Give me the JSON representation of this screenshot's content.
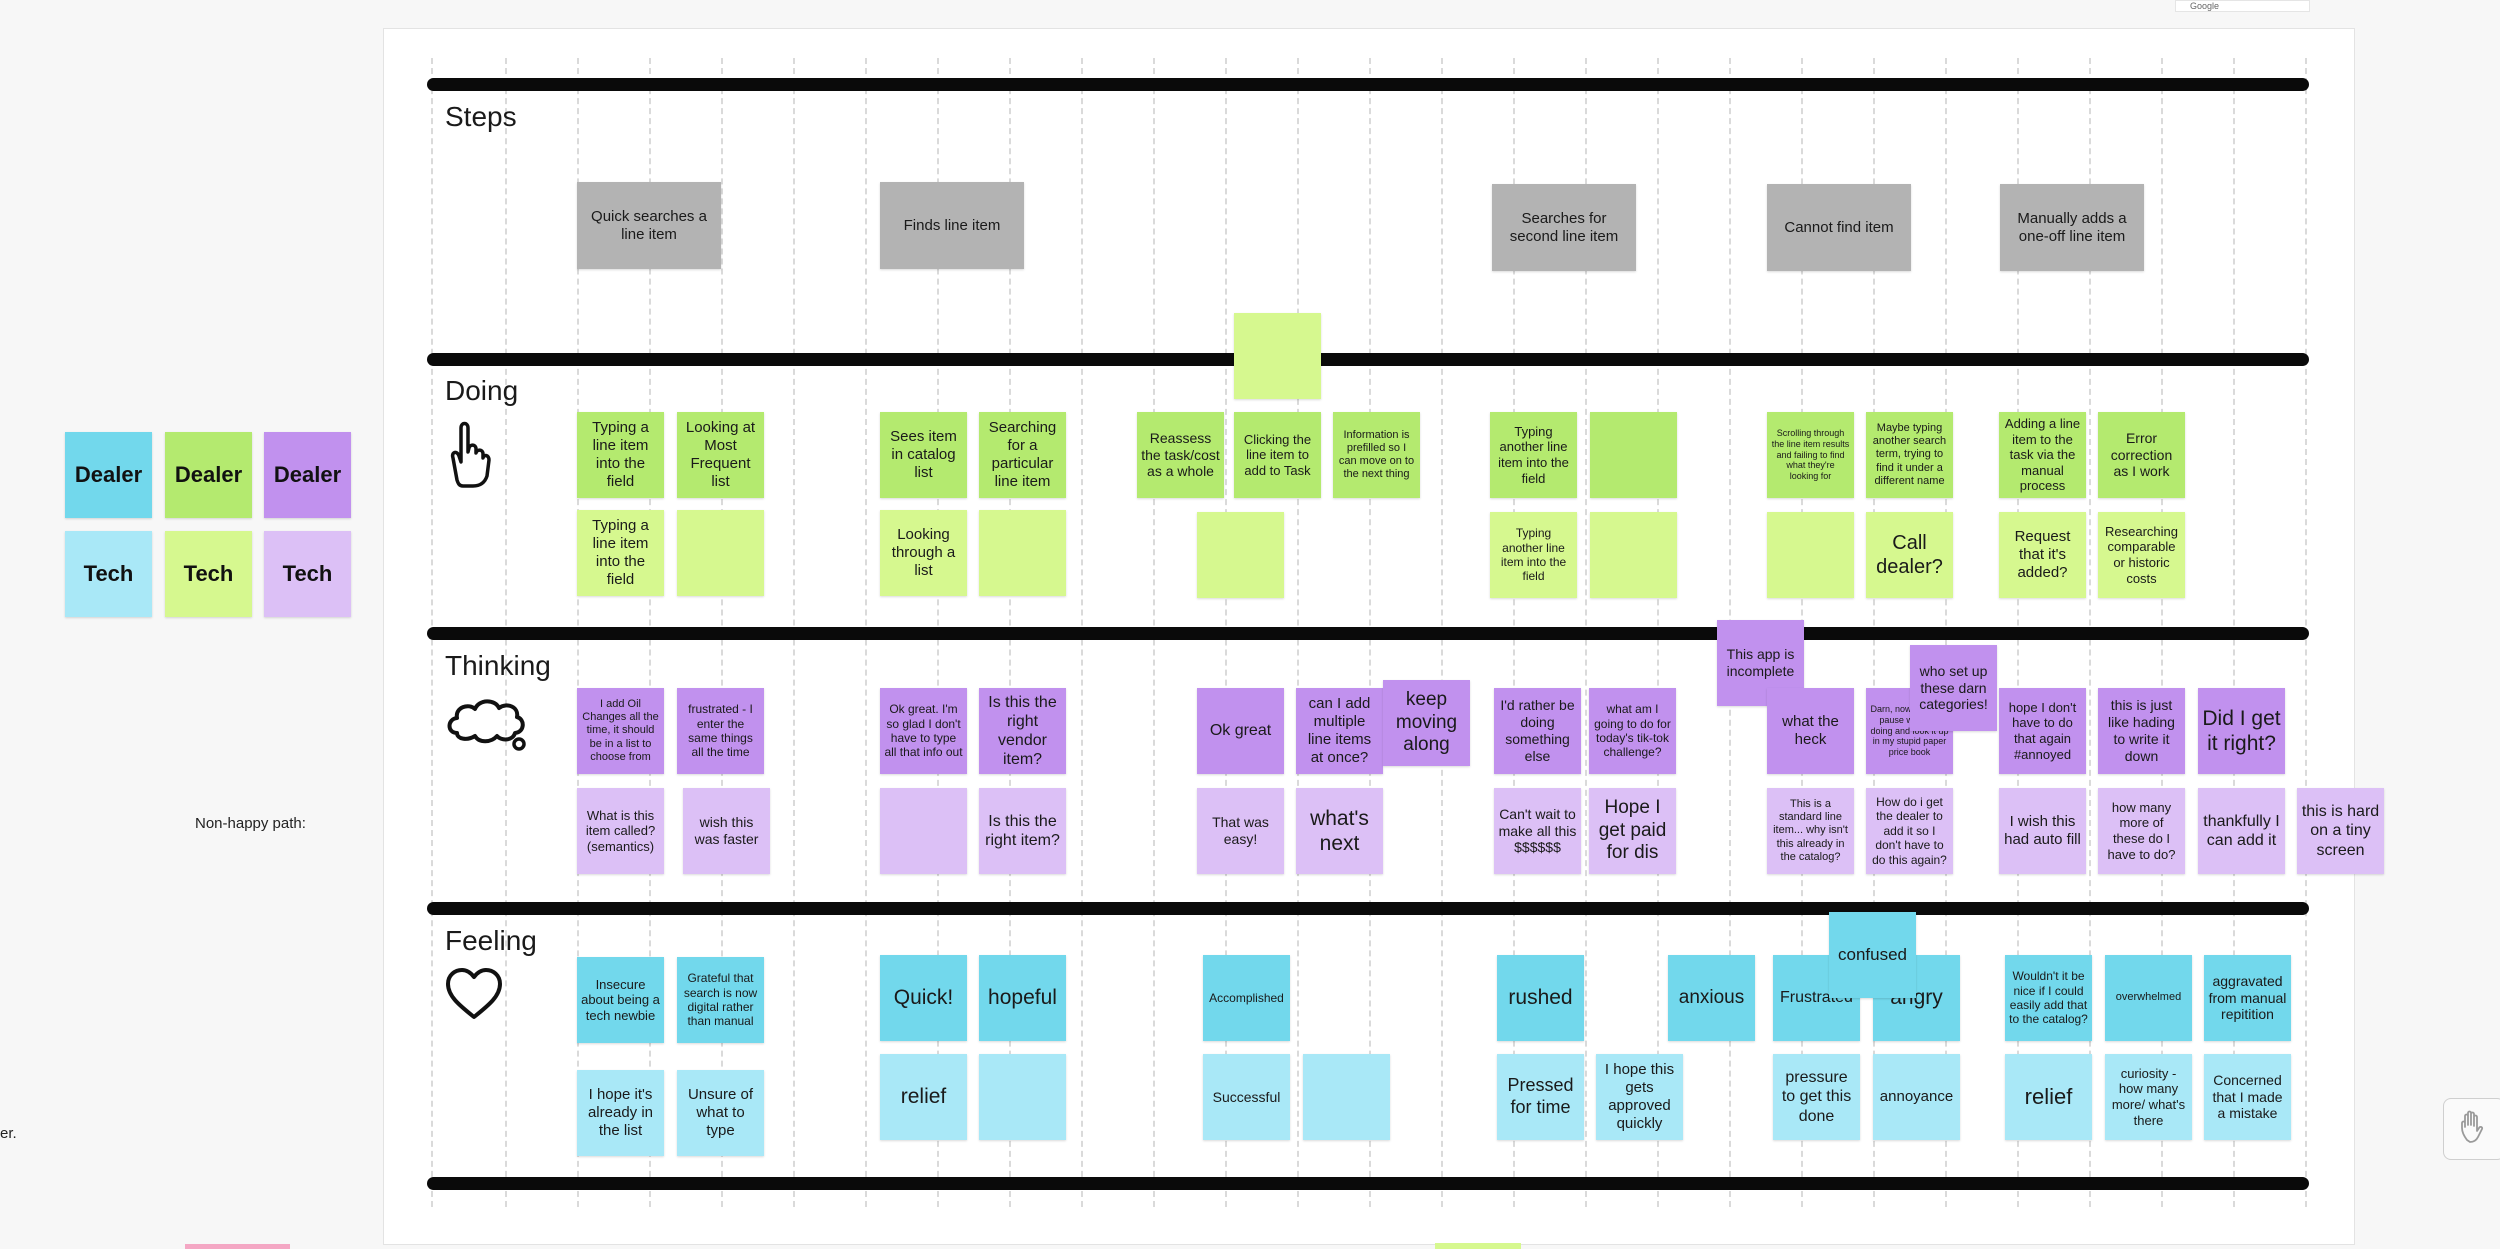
{
  "colors": {
    "step": "#b3b3b3",
    "doing_dark": "#b4ea6f",
    "doing_light": "#d6f88f",
    "thinking_dark": "#c191ee",
    "thinking_light": "#dcc0f6",
    "feeling_dark": "#72d8ec",
    "feeling_light": "#a9e8f7"
  },
  "top_chip": "Google",
  "legend": [
    {
      "label": "Dealer",
      "color": "#72d8ec"
    },
    {
      "label": "Dealer",
      "color": "#b4ea6f"
    },
    {
      "label": "Dealer",
      "color": "#c191ee"
    },
    {
      "label": "Tech",
      "color": "#a9e8f7"
    },
    {
      "label": "Tech",
      "color": "#d6f88f"
    },
    {
      "label": "Tech",
      "color": "#dcc0f6"
    }
  ],
  "side_texts": {
    "non_happy": "Non-happy path:",
    "edge_fragment": "er."
  },
  "lanes": [
    {
      "title": "Steps",
      "icon": ""
    },
    {
      "title": "Doing",
      "icon": "pointing-hand-icon"
    },
    {
      "title": "Thinking",
      "icon": "thought-cloud-icon"
    },
    {
      "title": "Feeling",
      "icon": "heart-icon"
    }
  ],
  "steps": [
    "Quick searches a line item",
    "Finds line item",
    "Searches for second line item",
    "Cannot find item",
    "Manually adds a one-off line item"
  ],
  "doing": [
    "Typing a line item into the field",
    "Looking at Most Frequent list",
    "Typing a line item into the field",
    "",
    "Sees item in catalog list",
    "Searching for a particular line item",
    "Looking through a list",
    "",
    "Reassess the task/cost as a whole",
    "",
    "Clicking the line item to add to Task",
    "Information is prefilled so I can move on to the next thing",
    "",
    "Typing another line item into the field",
    "",
    "Typing another line item into the field",
    "",
    "Scrolling through the line item results and failing to find what they're looking for",
    "Maybe typing another search term, trying to find it under a different name",
    "",
    "Call dealer?",
    "Adding a line item to the task via the manual process",
    "Error correction as I work",
    "Request that it's added?",
    "Researching comparable or historic costs"
  ],
  "thinking": [
    "I add Oil Changes all the time, it should be in a list to choose from",
    "frustrated - I enter the same things all the time",
    "What is this item called? (semantics)",
    "wish this was faster",
    "Ok great. I'm so glad I don't have to type all that info out",
    "Is this the right vendor item?",
    "",
    "Is this the right item?",
    "Ok great",
    "can I add multiple line items at once?",
    "keep moving along",
    "That was easy!",
    "what's next",
    "I'd rather be doing something else",
    "what am I going to do for today's tik-tok challenge?",
    "Can't wait to make all this $$$$$$",
    "Hope I get paid for dis",
    "This app is incomplete",
    "what the heck",
    "Darn, now I have to pause what I'm doing and look it up in my stupid paper price book",
    "who set up these darn categories!",
    "This is a standard line item... why isn't this already in the catalog?",
    "How do i get the dealer to add it so I don't have to do this again?",
    "hope I don't have to do that again #annoyed",
    "this is just like hading to write it down",
    "Did I get it right?",
    "I wish this had auto fill",
    "how many more of these do I have to do?",
    "thankfully I can add it",
    "this is hard on a tiny screen"
  ],
  "feeling": [
    "Insecure about being a tech newbie",
    "Grateful that search is now digital rather than manual",
    "I hope it's already in the list",
    "Unsure of what to type",
    "Quick!",
    "hopeful",
    "relief",
    "",
    "Accomplished",
    "Successful",
    "",
    "rushed",
    "anxious",
    "Pressed for time",
    "I hope this gets approved quickly",
    "Frustrated",
    "angry",
    "confused",
    "pressure to get this done",
    "annoyance",
    "Wouldn't it be nice if I could easily add that to the catalog?",
    "overwhelmed",
    "aggravated from manual repitition",
    "relief",
    "curiosity - how many more/ what's there",
    "Concerned that I made a mistake"
  ]
}
